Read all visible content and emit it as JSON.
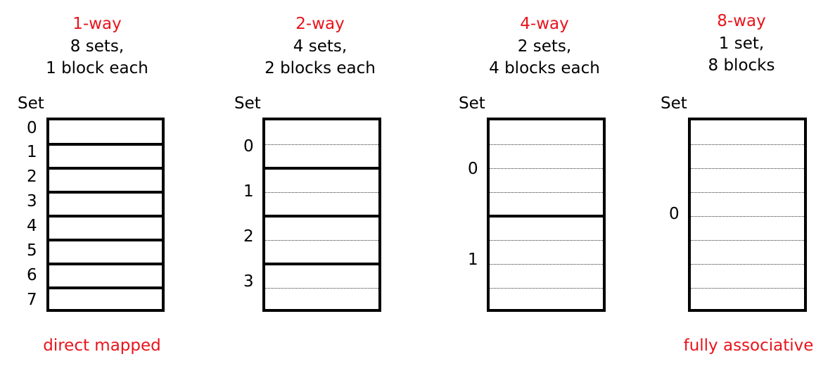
{
  "colors": {
    "accent": "#e8141b",
    "text": "#000000"
  },
  "set_label": "Set",
  "columns": [
    {
      "way": "1-way",
      "sets_line": "8 sets,",
      "blocks_line": "1 block each",
      "set_numbers": [
        "0",
        "1",
        "2",
        "3",
        "4",
        "5",
        "6",
        "7"
      ],
      "footer": "direct mapped"
    },
    {
      "way": "2-way",
      "sets_line": "4 sets,",
      "blocks_line": "2 blocks each",
      "set_numbers": [
        "0",
        "1",
        "2",
        "3"
      ],
      "footer": ""
    },
    {
      "way": "4-way",
      "sets_line": "2 sets,",
      "blocks_line": "4 blocks each",
      "set_numbers": [
        "0",
        "1"
      ],
      "footer": ""
    },
    {
      "way": "8-way",
      "sets_line": "1 set,",
      "blocks_line": "8 blocks",
      "set_numbers": [
        "0"
      ],
      "footer": "fully associative"
    }
  ]
}
